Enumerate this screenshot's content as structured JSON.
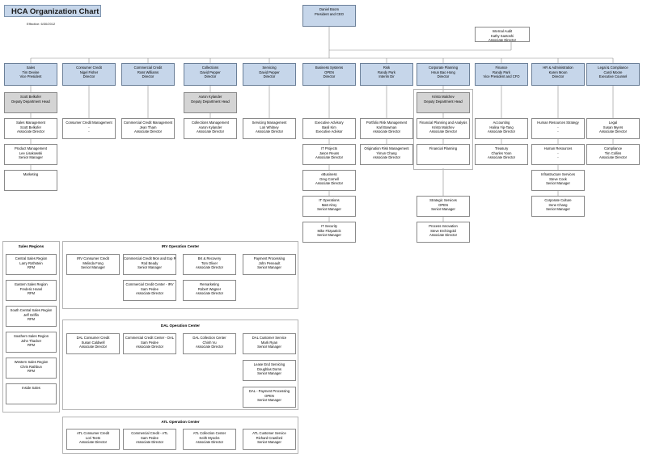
{
  "title": "HCA Organization Chart",
  "effective": "Effective: 6/30/2012",
  "ceo": [
    "Daniel Boom",
    "President and CEO"
  ],
  "audit": [
    "Internal Audit",
    "Kathy Santoshi",
    "Associate Director"
  ],
  "departments": [
    [
      "Sales",
      "Tim Devine",
      "Vice President"
    ],
    [
      "Consumer Credit",
      "Nigel Fisher",
      "Director"
    ],
    [
      "Commercial Credit",
      "Ross Williams",
      "Director"
    ],
    [
      "Collections",
      "David Pepper",
      "Director"
    ],
    [
      "Servicing",
      "David Pepper",
      "Director"
    ],
    [
      "Business Systems",
      "OPEN",
      "Director"
    ],
    [
      "Risk",
      "Randy Park",
      "Interim Dir"
    ],
    [
      "Corporate Planning",
      "Hsun Bao Hong",
      "Director"
    ],
    [
      "Finance",
      "Randy Park",
      "Vice President and CFO"
    ],
    [
      "HR & Administration",
      "Karen Moon",
      "Director"
    ],
    [
      "Legal & Compliance",
      "Carol Moore",
      "Executive Counsel"
    ]
  ],
  "deputies": [
    [
      "Scott Belkofer",
      "Deputy Department Head"
    ],
    [
      "Aaron Kylander",
      "Deputy Department Head"
    ],
    [
      "Kristo Malchev",
      "Deputy Department Head"
    ]
  ],
  "units": {
    "sales": [
      [
        "Sales Management",
        "Scott Belkofer",
        "Associate Director"
      ],
      [
        "Product Management",
        "Lee Lisakowski",
        "Senior Manager"
      ],
      [
        "Marketing"
      ]
    ],
    "consumer": [
      [
        "Consumer Credit Management",
        "-",
        "-"
      ]
    ],
    "commercial": [
      [
        "Commercial Credit Management",
        "Jean Tham",
        "Associate Director"
      ]
    ],
    "collections": [
      [
        "Collections Management",
        "Aaron Kylander",
        "Associate Director"
      ]
    ],
    "servicing": [
      [
        "Servicing Management",
        "Lori Whitney",
        "Associate Director"
      ]
    ],
    "bizsys": [
      [
        "Executive Advisory",
        "Basil Kim",
        "Executive Advisor"
      ],
      [
        "IT Projects",
        "Jason Reuss",
        "Associate Director"
      ],
      [
        "eBusiness",
        "Greg Cornell",
        "Associate Director"
      ],
      [
        "IT Operations",
        "Matt Alroy",
        "Senior Manager"
      ],
      [
        "IT Security",
        "Mike Fitzpatrick",
        "Senior Manager"
      ]
    ],
    "risk": [
      [
        "Portfolio Risk Management",
        "Karl Bowman",
        "Associate Director"
      ],
      [
        "Origination Risk Management",
        "Yimun Chang",
        "Associate Director"
      ]
    ],
    "planning": [
      [
        "Financial Planning and Analysis",
        "Kristo Malchev",
        "Associate Director"
      ],
      [
        "Financial Planning"
      ],
      [
        "Strategic Services",
        "OPEN",
        "Senior Manager"
      ],
      [
        "Process Innovation",
        "Steve Erchingold",
        "Associate Director"
      ]
    ],
    "finance": [
      [
        "Accounting",
        "Halina Yip-Tang",
        "Associate Director"
      ],
      [
        "Treasury",
        "Charles Yoon",
        "Associate Director"
      ]
    ],
    "hr": [
      [
        "Human Resources Strategy",
        "-",
        "-"
      ],
      [
        "Human Resources",
        "-",
        "-"
      ],
      [
        "Infrastructure Services",
        "Steve Cook",
        "Senior Manager"
      ],
      [
        "Corporate Culture",
        "Irene Chang",
        "Senior Manager"
      ]
    ],
    "legal": [
      [
        "Legal",
        "Susan Myers",
        "Associate Director"
      ],
      [
        "Compliance",
        "Tim Collins",
        "Associate Director"
      ]
    ]
  },
  "regions": {
    "title": "Sales Regions",
    "items": [
      [
        "Central Sales Region",
        "Larry Rothstein",
        "RFM"
      ],
      [
        "Eastern Sales Region",
        "Frederic Hanel",
        "RFM"
      ],
      [
        "South Central Sales Region",
        "Jeff Griffin",
        "RFM"
      ],
      [
        "Southern Sales Region",
        "John Thacker",
        "RFM"
      ],
      [
        "Western Sales Region",
        "Chris Rathbun",
        "RFM"
      ],
      [
        "Inside Sales"
      ]
    ]
  },
  "irv": {
    "title": "IRV Operation Center",
    "items": [
      [
        "IRV Consumer Credit",
        "Melinda Fong",
        "Senior Manager"
      ],
      [
        "Commercial Credit Mon and Exp Review",
        "Rod Beady",
        "Senior Manager"
      ],
      [
        "BK & Recovery",
        "Tom Oliver",
        "Associate Director"
      ],
      [
        "Payment Processing",
        "John Peneault",
        "Senior Manager"
      ],
      [
        "Commercial Credit Center - IRV",
        "Sam Pedee",
        "Associate Director"
      ],
      [
        "Remarketing",
        "Robert Wagner",
        "Associate Director"
      ]
    ]
  },
  "dal": {
    "title": "DAL Operation Center",
    "items": [
      [
        "DAL Consumer Credit",
        "Susan Caldwell",
        "Associate Director"
      ],
      [
        "Commercial Credit Center - DAL",
        "Sam Pedee",
        "Associate Director"
      ],
      [
        "DAL Collection Center",
        "Chinh Vu",
        "Associate Director"
      ],
      [
        "DAL Customer Service",
        "Mark Ryan",
        "Senior Manager"
      ],
      [
        "Lease End Servicing",
        "Doughlas Dorns",
        "Senior Manager"
      ],
      [
        "DAL - Payment Processing",
        "OPEN",
        "Senior Manager"
      ]
    ]
  },
  "atl": {
    "title": "ATL Operation Center",
    "items": [
      [
        "ATL Consumer Credit",
        "Lori Teets",
        "Associate Director"
      ],
      [
        "Commercial Credit - ATL",
        "Sam Pedee",
        "Associate Director"
      ],
      [
        "ATL Collection Center",
        "Keith Myocks",
        "Associate Director"
      ],
      [
        "ATL Customer Service",
        "Richard Crawford",
        "Senior Manager"
      ]
    ]
  },
  "colors": {
    "header": "#c6d6ea",
    "deputy": "#d4d4d4",
    "line": "#8a8a8a"
  }
}
